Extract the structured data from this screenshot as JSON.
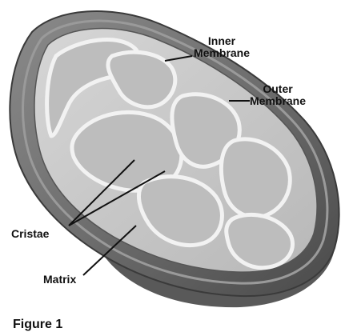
{
  "diagram": {
    "labels": {
      "inner_membrane": [
        "Inner",
        "Membrane"
      ],
      "outer_membrane": [
        "Outer",
        "Membrane"
      ],
      "cristae": "Cristae",
      "matrix": "Matrix",
      "caption": "Figure 1"
    },
    "colors": {
      "outer_shell": "#6e6e6e",
      "outer_rim": "#9a9a9a",
      "inner_space": "#c9c9c9",
      "cristae_fill": "#bdbdbd",
      "cristae_edge": "#f2f2f2",
      "shadow": "#3c3c3c",
      "leader_line": "#111111"
    }
  }
}
